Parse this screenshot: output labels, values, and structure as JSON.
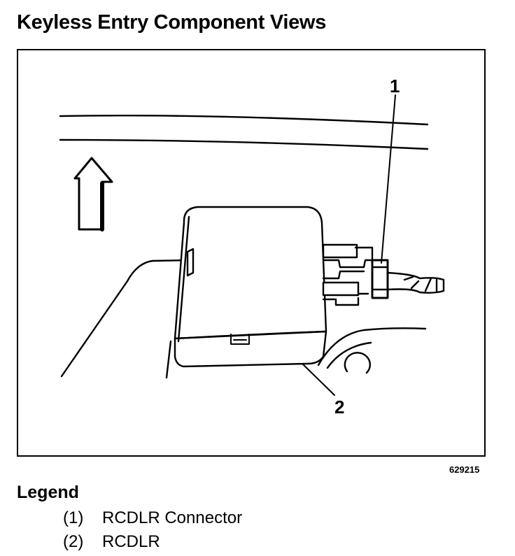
{
  "title": "Keyless Entry Component Views",
  "figure": {
    "callouts": [
      "1",
      "2"
    ],
    "figure_number": "629215"
  },
  "legend": {
    "heading": "Legend",
    "items": [
      {
        "number": "(1)",
        "label": "RCDLR Connector"
      },
      {
        "number": "(2)",
        "label": "RCDLR"
      }
    ]
  }
}
